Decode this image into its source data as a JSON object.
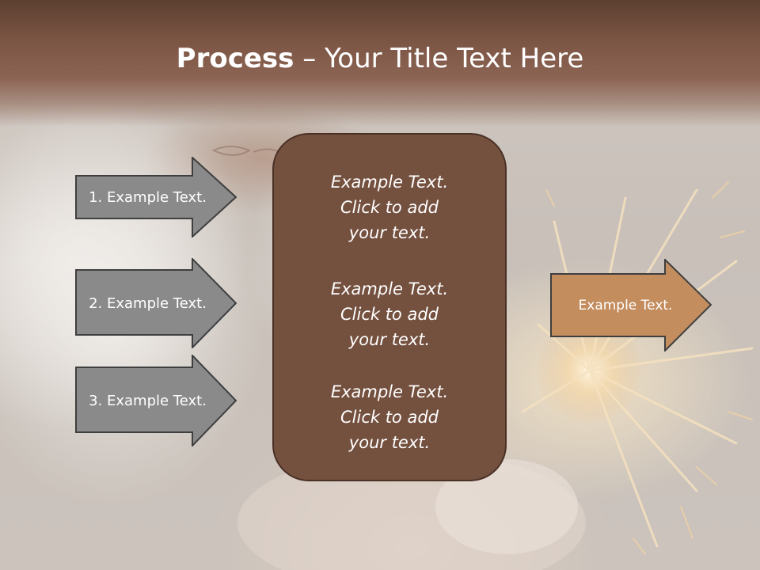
{
  "title": {
    "bold": "Process",
    "dash": " – ",
    "rest": "Your Title Text Here"
  },
  "left_arrows": [
    {
      "label": "1. Example Text."
    },
    {
      "label": "2. Example Text."
    },
    {
      "label": "3. Example Text."
    }
  ],
  "center_box": {
    "blocks": [
      {
        "line1": "Example Text.",
        "line2": "Click  to add",
        "line3": "your text."
      },
      {
        "line1": "Example Text.",
        "line2": "Click  to add",
        "line3": "your text."
      },
      {
        "line1": "Example Text.",
        "line2": "Click  to add",
        "line3": "your text."
      }
    ]
  },
  "right_arrow": {
    "label": "Example Text."
  },
  "colors": {
    "title_band": "#7a5443",
    "center_box": "#74503f",
    "left_arrow_fill": "#8a8a8a",
    "right_arrow_fill": "#c38d5e",
    "arrow_border": "#3f3f3f"
  }
}
